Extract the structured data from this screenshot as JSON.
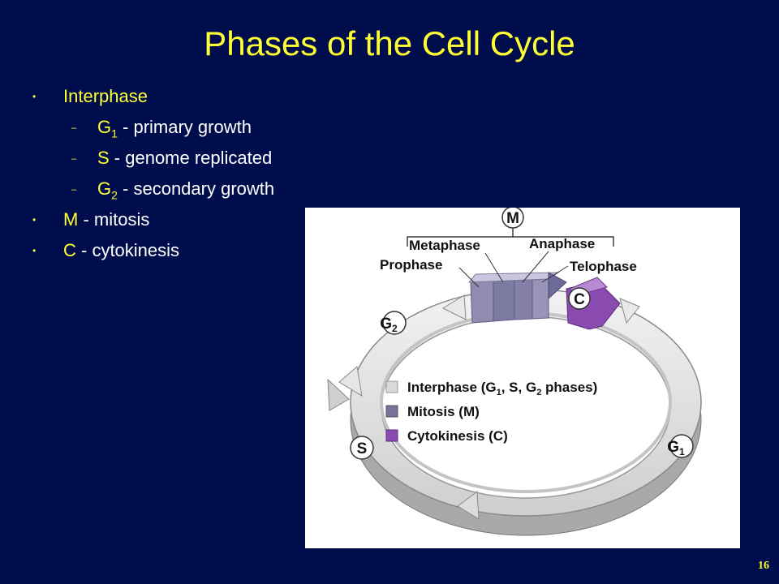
{
  "slide": {
    "title": "Phases of the Cell Cycle",
    "page_number": "16",
    "bullets": [
      {
        "lead": "Interphase",
        "rest": ""
      },
      {
        "sub": true,
        "lead_a": "G",
        "lead_sub": "1",
        "rest": " - primary growth"
      },
      {
        "sub": true,
        "lead": "S",
        "rest": " - genome replicated"
      },
      {
        "sub": true,
        "lead_a": "G",
        "lead_sub": "2",
        "rest": " - secondary growth"
      },
      {
        "lead": "M",
        "rest": " - mitosis"
      },
      {
        "lead": "C",
        "rest": " - cytokinesis"
      }
    ]
  },
  "diagram": {
    "m_label": "M",
    "c_label": "C",
    "g1_label": "G",
    "g1_sub": "1",
    "g2_label": "G",
    "g2_sub": "2",
    "s_label": "S",
    "metaphase": "Metaphase",
    "anaphase": "Anaphase",
    "prophase": "Prophase",
    "telophase": "Telophase",
    "legend": [
      {
        "text_a": "Interphase (G",
        "sub1": "1",
        "text_b": ", S, G",
        "sub2": "2",
        "text_c": " phases)",
        "color": "#d9d9d9"
      },
      {
        "text": "Mitosis (M)",
        "color": "#77739a"
      },
      {
        "text": "Cytokinesis (C)",
        "color": "#8a4bb0"
      }
    ]
  }
}
